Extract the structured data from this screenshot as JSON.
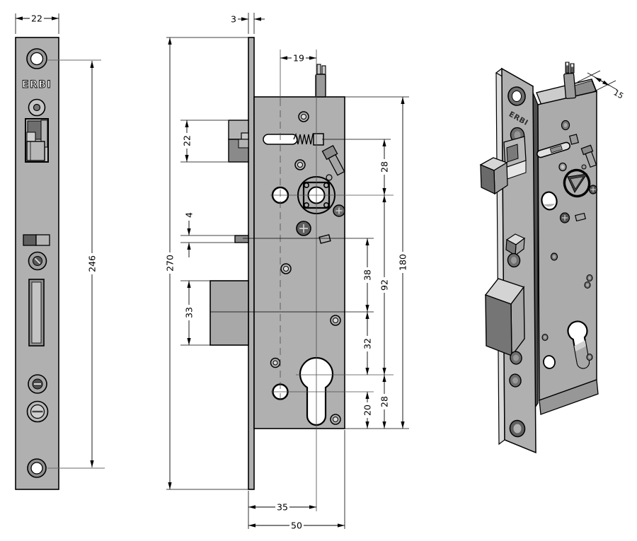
{
  "brand": "ERBI",
  "dimensions": {
    "faceplate_width": "22",
    "hole_spacing": "246",
    "faceplate_thickness": "3",
    "axis_to_cable": "19",
    "latch_height": "22",
    "aux_bolt_height": "4",
    "deadbolt_height": "33",
    "faceplate_length": "270",
    "case_top_to_axis": "28",
    "axis_to_cylinder": "92",
    "tab_to_deadbolt": "38",
    "deadbolt_to_cylinder": "32",
    "hole_to_case_bottom": "20",
    "cylinder_to_case_bottom": "28",
    "case_height": "180",
    "backset": "35",
    "case_depth": "50",
    "case_thickness": "15"
  }
}
